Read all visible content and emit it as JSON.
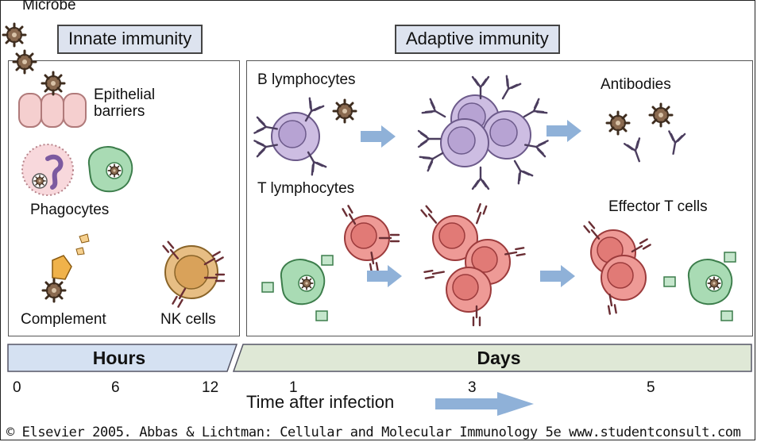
{
  "labels": {
    "microbe": "Microbe",
    "innate_title": "Innate immunity",
    "adaptive_title": "Adaptive immunity",
    "epithelial": [
      "Epithelial",
      "barriers"
    ],
    "phagocytes": "Phagocytes",
    "complement": "Complement",
    "nk_cells": "NK cells",
    "b_lymphocytes": "B lymphocytes",
    "antibodies": "Antibodies",
    "t_lymphocytes": "T lymphocytes",
    "effector_t": "Effector T cells"
  },
  "timeline": {
    "hours_label": "Hours",
    "days_label": "Days",
    "hour_ticks": [
      "0",
      "6",
      "12"
    ],
    "day_ticks": [
      "1",
      "3",
      "5"
    ],
    "axis_title": "Time after infection"
  },
  "credit": "© Elsevier 2005. Abbas & Lichtman: Cellular and Molecular Immunology 5e www.studentconsult.com",
  "colors": {
    "header_fill": "#dde3ef",
    "hours_bar": "#d5e1f2",
    "days_bar": "#dfe8d6",
    "arrow": "#8fb1d8",
    "b_cell": "#cdbde2",
    "t_cell": "#ee9a96",
    "phagocyte": "#a9dbb4",
    "nk_cell": "#e7be84",
    "microbe": "#8a6a50"
  }
}
